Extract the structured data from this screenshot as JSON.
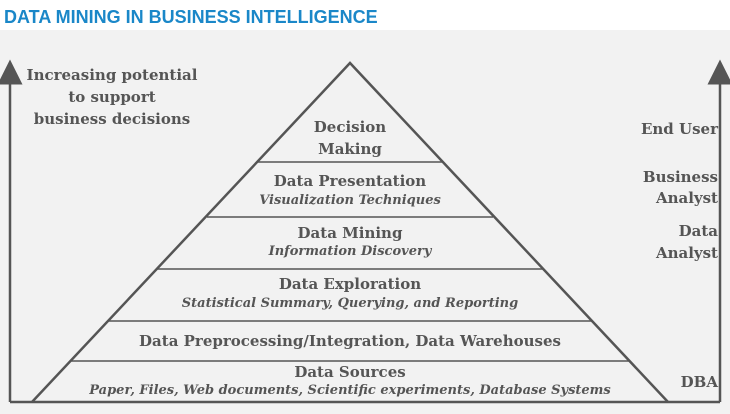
{
  "title": "DATA MINING IN BUSINESS INTELLIGENCE",
  "left_caption": [
    "Increasing potential",
    "to support",
    "business decisions"
  ],
  "layers": [
    {
      "name": "Decision",
      "name2": "Making",
      "sub": ""
    },
    {
      "name": "Data Presentation",
      "sub": "Visualization Techniques"
    },
    {
      "name": "Data Mining",
      "sub": "Information Discovery"
    },
    {
      "name": "Data Exploration",
      "sub": "Statistical Summary, Querying, and Reporting"
    },
    {
      "name": "Data Preprocessing/Integration, Data Warehouses",
      "sub": ""
    },
    {
      "name": "Data Sources",
      "sub": "Paper, Files, Web documents, Scientific experiments, Database Systems"
    }
  ],
  "roles": [
    {
      "line1": "End User",
      "line2": ""
    },
    {
      "line1": "Business",
      "line2": "Analyst"
    },
    {
      "line1": "Data",
      "line2": "Analyst"
    },
    {
      "line1": "DBA",
      "line2": ""
    }
  ],
  "colors": {
    "title": "#1a87c8",
    "text": "#555555",
    "lines": "#555555",
    "background": "#f2f2f2"
  }
}
